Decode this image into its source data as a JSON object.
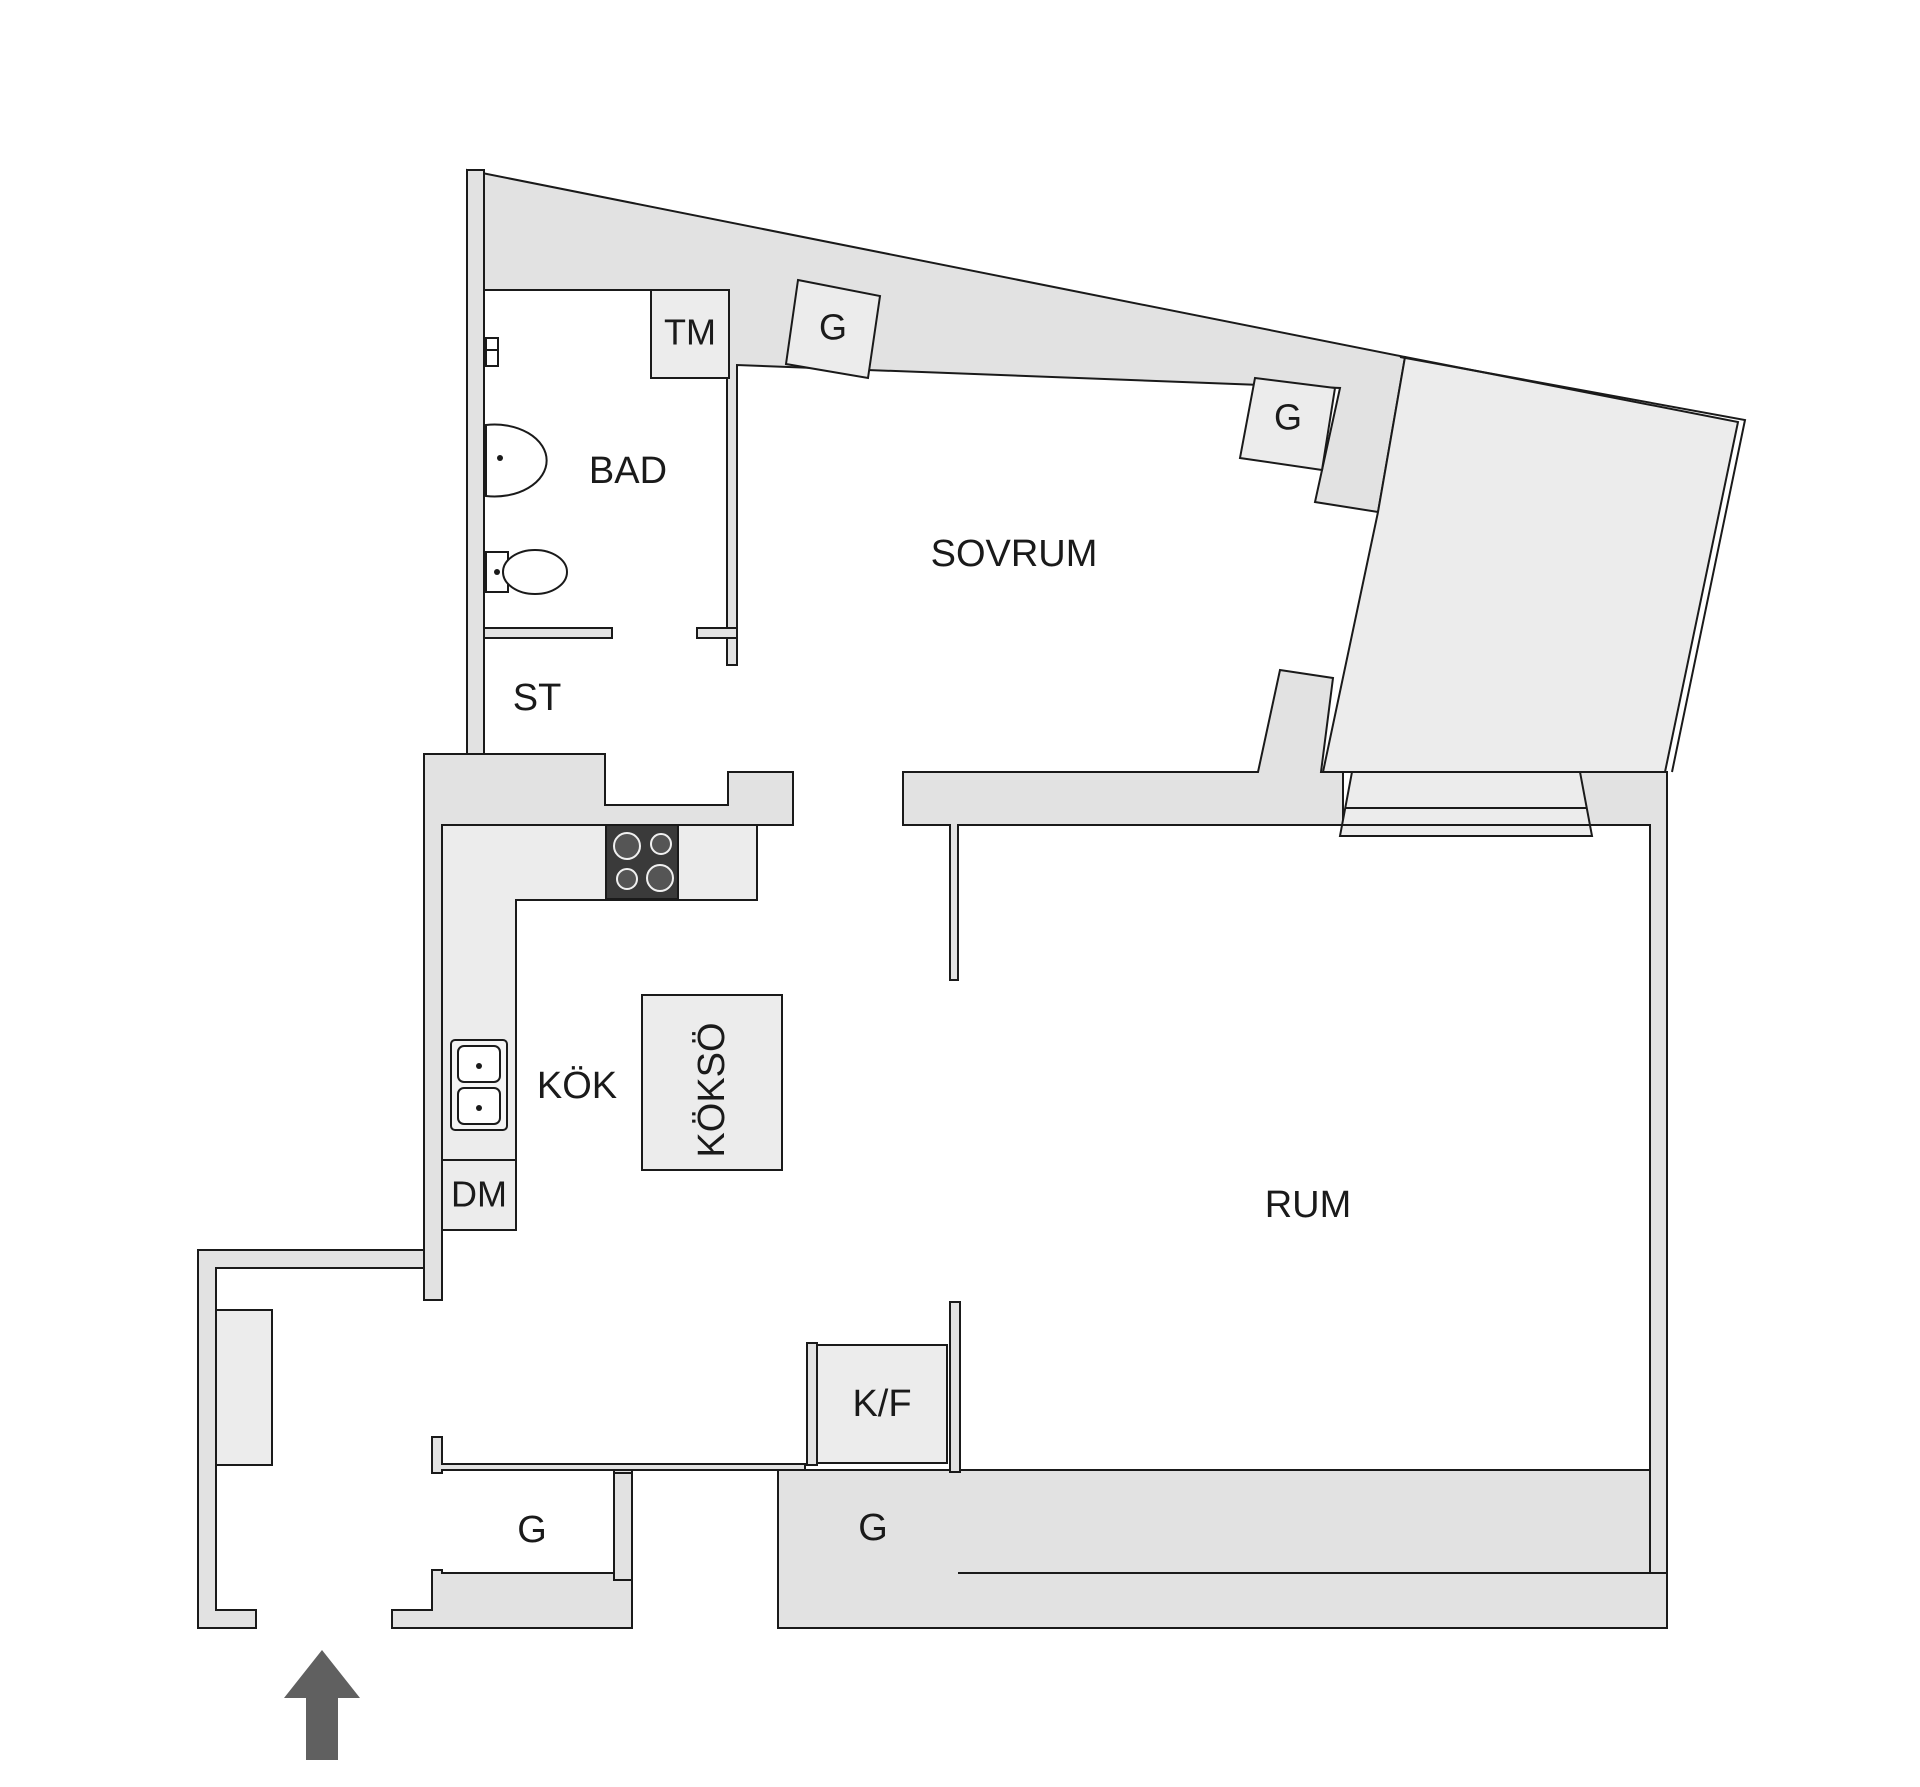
{
  "rooms": {
    "bad": "BAD",
    "tm": "TM",
    "g_bath": "G",
    "g_sovrum": "G",
    "sovrum": "SOVRUM",
    "st": "ST",
    "kok": "KÖK",
    "kokso": "KÖKSÖ",
    "dm": "DM",
    "rum": "RUM",
    "kf": "K/F",
    "g_hall": "G",
    "g_rum": "G"
  },
  "icons": {
    "entrance": "entrance-arrow-icon",
    "stove": "stove-icon",
    "sink": "sink-icon",
    "toilet": "toilet-icon",
    "washbasin": "washbasin-icon",
    "faucet": "faucet-icon"
  },
  "colors": {
    "wall_fill": "#e2e2e2",
    "line": "#1a1a1a",
    "arrow": "#606060",
    "stove": "#3a3a3a"
  }
}
